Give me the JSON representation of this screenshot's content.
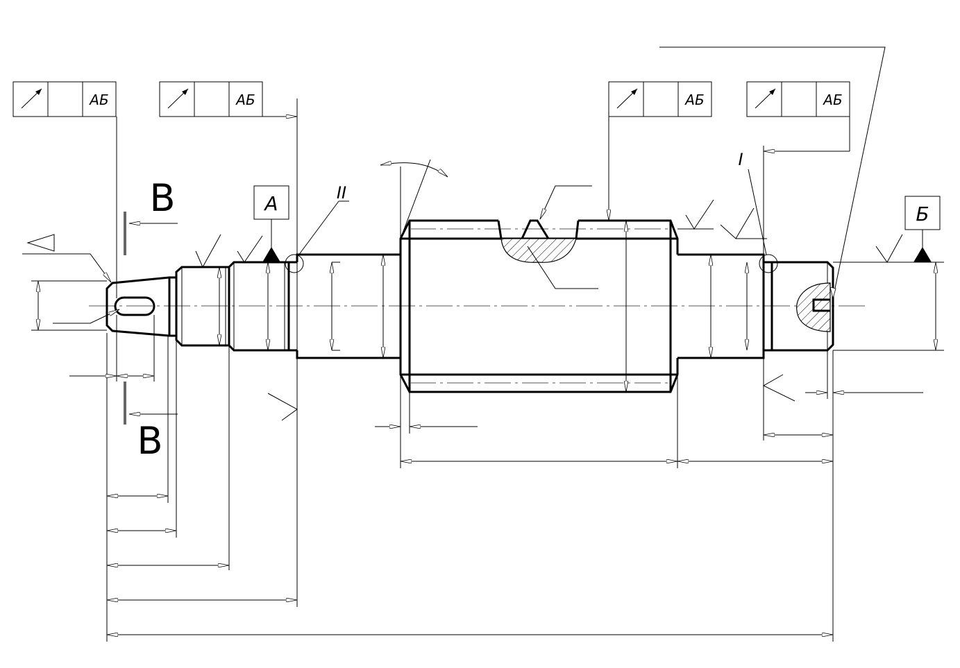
{
  "tolerance_frames": [
    {
      "datum": "АБ"
    },
    {
      "datum": "АБ"
    },
    {
      "datum": "АБ"
    },
    {
      "datum": "АБ"
    }
  ],
  "datums": {
    "a": "А",
    "b": "Б"
  },
  "section_marks": {
    "top": "В",
    "bottom": "В"
  },
  "detail_marks": {
    "one": "I",
    "two": "II"
  }
}
